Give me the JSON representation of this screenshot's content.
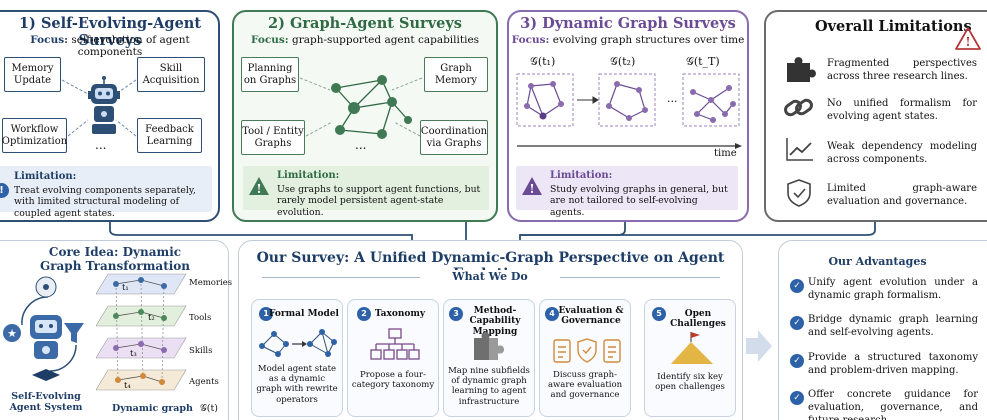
{
  "panel1": {
    "title": "1) Self-Evolving-Agent Surveys",
    "focus_label": "Focus:",
    "focus_text": "self-evolution of agent components",
    "boxes": [
      "Memory Update",
      "Skill Acquisition",
      "Workflow Optimization",
      "Feedback Learning"
    ],
    "ellipsis": "...",
    "limitation_label": "Limitation:",
    "limitation_text": "Treat evolving components separately, with limited structural modeling of coupled agent states."
  },
  "panel2": {
    "title": "2) Graph-Agent Surveys",
    "focus_label": "Focus:",
    "focus_text": "graph-supported agent capabilities",
    "boxes": [
      "Planning on Graphs",
      "Graph Memory",
      "Tool / Entity Graphs",
      "Coordination via Graphs"
    ],
    "ellipsis": "...",
    "limitation_label": "Limitation:",
    "limitation_text": "Use graphs to support agent functions, but rarely model persistent agent-state evolution."
  },
  "panel3": {
    "title": "3) Dynamic Graph Surveys",
    "focus_label": "Focus:",
    "focus_text": "evolving graph structures over time",
    "graph_labels": [
      "𝒢(t₁)",
      "𝒢(t₂)",
      "𝒢(t_T)"
    ],
    "ellipsis": "...",
    "time_label": "time",
    "limitation_label": "Limitation:",
    "limitation_text": "Study evolving graphs in general, but are not tailored to self-evolving agents."
  },
  "limitations": {
    "title": "Overall Limitations",
    "items": [
      {
        "icon": "puzzle-icon",
        "text": "Fragmented perspectives across three research lines."
      },
      {
        "icon": "link-icon",
        "text": "No unified formalism for evolving agent states."
      },
      {
        "icon": "trend-icon",
        "text": "Weak dependency modeling across components."
      },
      {
        "icon": "shield-icon",
        "text": "Limited graph-aware evaluation and governance."
      }
    ]
  },
  "core": {
    "title": "Core Idea: Dynamic Graph Transformation",
    "agent_label": "Self-Evolving Agent System",
    "graph_label": "Dynamic graph",
    "graph_symbol": "𝒢(t)",
    "layers": [
      "Memories",
      "Tools",
      "Skills",
      "Agents"
    ],
    "time_marks": [
      "t₁",
      "t₂",
      "t₃",
      "t₄"
    ]
  },
  "survey": {
    "title": "Our Survey: A Unified Dynamic-Graph Perspective on Agent Evolution",
    "subtitle": "What We Do",
    "cards": [
      {
        "num": "1",
        "title": "Formal Model",
        "text": "Model agent state as a dynamic graph with rewrite operators"
      },
      {
        "num": "2",
        "title": "Taxonomy",
        "text": "Propose a four-category taxonomy"
      },
      {
        "num": "3",
        "title": "Method-Capability Mapping",
        "text": "Map nine subfields of dynamic graph learning to agent infrastructure"
      },
      {
        "num": "4",
        "title": "Evaluation & Governance",
        "text": "Discuss graph-aware evaluation and governance"
      },
      {
        "num": "5",
        "title": "Open Challenges",
        "text": "Identify six key open challenges"
      }
    ]
  },
  "advantages": {
    "title": "Our Advantages",
    "items": [
      "Unify agent evolution under a dynamic graph formalism.",
      "Bridge dynamic graph learning and self-evolving agents.",
      "Provide a structured taxonomy and problem-driven mapping.",
      "Offer concrete guidance for evaluation, governance, and future research."
    ]
  },
  "colors": {
    "navy": "#2e4f75",
    "green": "#3f7a55",
    "purple": "#8a6bb0",
    "blue_accent": "#2d62a8"
  }
}
